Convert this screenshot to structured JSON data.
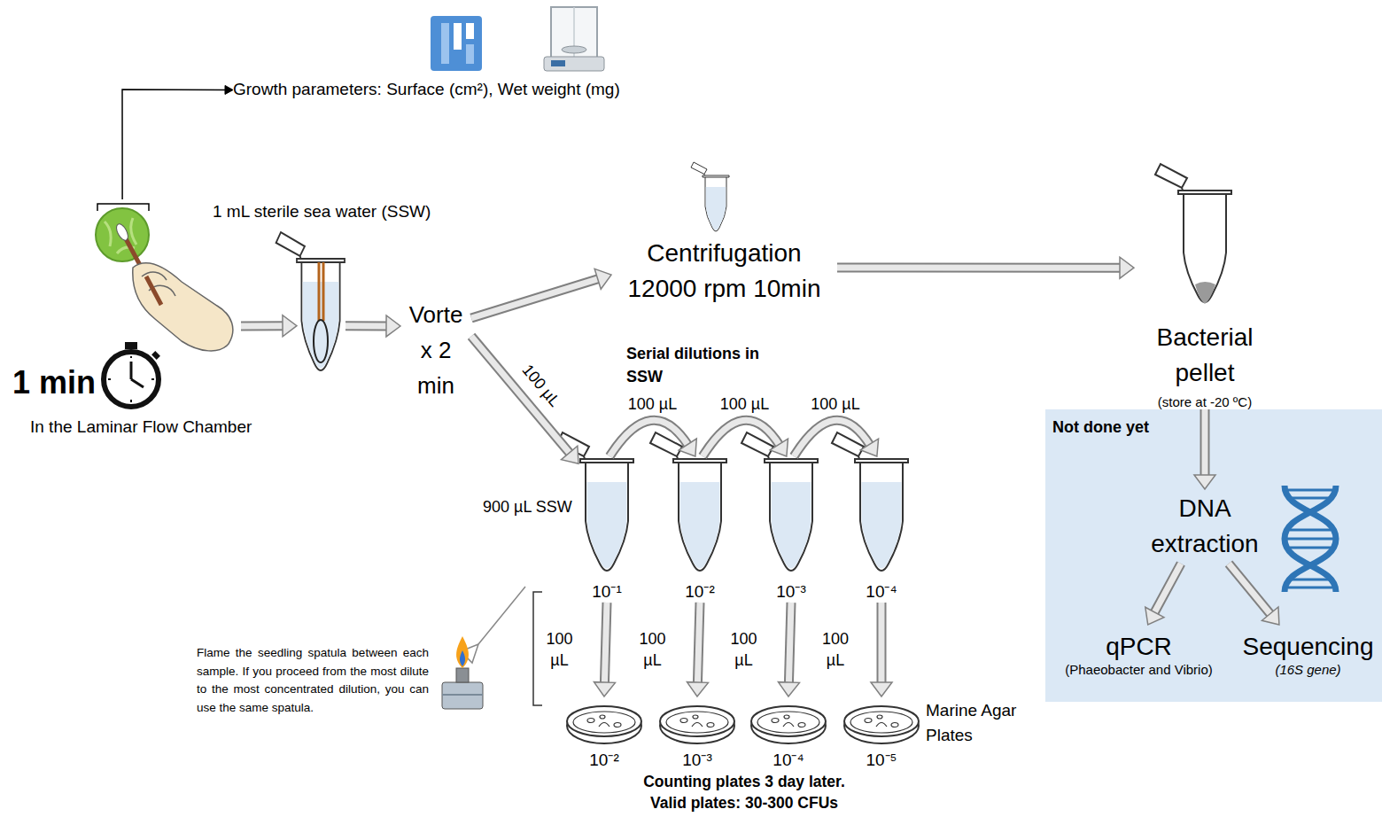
{
  "diagram": {
    "nodes": [
      {
        "text": [
          "Growth parameters: Surface (cm²), Wet weight (mg)"
        ]
      },
      {
        "text": [
          "1 min",
          "In the Laminar Flow Chamber"
        ]
      },
      {
        "text": [
          "1 mL sterile sea water (SSW)"
        ]
      },
      {
        "text": [
          "Vorte x 2 min"
        ]
      },
      {
        "text": [
          "Centrifugation 12000 rpm 10min"
        ]
      },
      {
        "text": [
          "Bacterial pellet",
          "(store at -20 ºC)"
        ]
      },
      {
        "text": [
          "Not done yet"
        ]
      },
      {
        "text": [
          "DNA extraction"
        ],
        "in": 6
      },
      {
        "text": [
          "qPCR",
          "(Phaeobacter and Vibrio)"
        ],
        "in": 6
      },
      {
        "text": [
          "Sequencing",
          "(16S gene)"
        ],
        "in": 6
      },
      {
        "text": [
          "10⁻¹"
        ]
      },
      {
        "text": [
          "10⁻²"
        ]
      },
      {
        "text": [
          "10⁻³"
        ]
      },
      {
        "text": [
          "10⁻⁴"
        ]
      },
      {
        "text": [
          "10⁻²"
        ]
      },
      {
        "text": [
          "10⁻³"
        ]
      },
      {
        "text": [
          "10⁻⁴"
        ]
      },
      {
        "text": [
          "10⁻⁵"
        ]
      }
    ],
    "edges": [
      {
        "from": 1,
        "to": 0,
        "arrow": "to"
      },
      {
        "from": 1,
        "to": 2,
        "arrow": "to"
      },
      {
        "from": 2,
        "to": 3,
        "arrow": "to"
      },
      {
        "from": 3,
        "to": 4,
        "arrow": "to"
      },
      {
        "from": 4,
        "to": 5,
        "arrow": "to"
      },
      {
        "from": 3,
        "to": 10,
        "label": "100 µL",
        "arrow": "to"
      },
      {
        "from": 10,
        "to": 11,
        "label": "100 µL",
        "arrow": "to"
      },
      {
        "from": 11,
        "to": 12,
        "label": "100 µL",
        "arrow": "to"
      },
      {
        "from": 12,
        "to": 13,
        "label": "100 µL",
        "arrow": "to"
      },
      {
        "from": 10,
        "to": 14,
        "label": "100 µL",
        "arrow": "to"
      },
      {
        "from": 11,
        "to": 15,
        "label": "100 µL",
        "arrow": "to"
      },
      {
        "from": 12,
        "to": 16,
        "label": "100 µL",
        "arrow": "to"
      },
      {
        "from": 13,
        "to": 17,
        "label": "100 µL",
        "arrow": "to"
      },
      {
        "from": 5,
        "to": 7,
        "arrow": "to"
      },
      {
        "from": 7,
        "to": 8,
        "arrow": "to"
      },
      {
        "from": 7,
        "to": 9,
        "arrow": "to"
      }
    ],
    "labels": [
      "Serial dilutions in SSW",
      "900 µL SSW",
      "Flame the seedling spatula between each sample. If you proceed from the most dilute to the most concentrated dilution, you can use the same spatula.",
      "Marine Agar Plates",
      "Counting plates 3 day later.",
      "Valid plates: 30-300 CFUs"
    ]
  }
}
